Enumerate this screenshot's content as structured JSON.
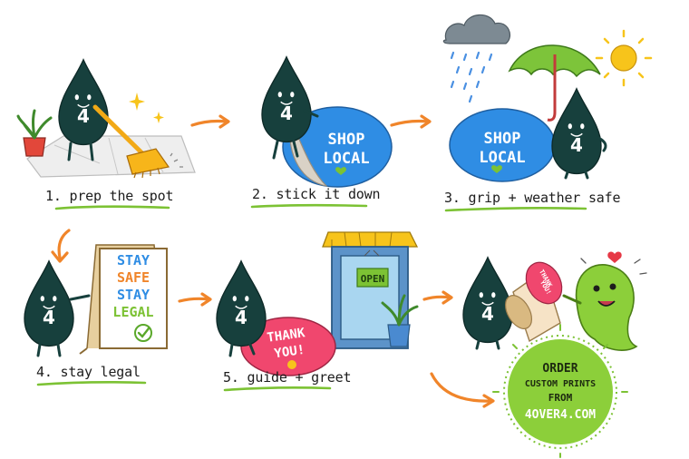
{
  "mascot_number": "4",
  "steps": [
    {
      "caption": "1. prep the spot"
    },
    {
      "caption": "2. stick it down"
    },
    {
      "caption": "3. grip + weather safe"
    },
    {
      "caption": "4. stay legal"
    },
    {
      "caption": "5. guide + greet"
    }
  ],
  "decal_shop": {
    "line1": "SHOP",
    "line2": "LOCAL"
  },
  "sign_board": {
    "line1": "STAY",
    "line2": "SAFE",
    "line3": "STAY",
    "line4": "LEGAL"
  },
  "thank_you_decal": {
    "line1": "THANK",
    "line2": "YOU!"
  },
  "open_sign": "OPEN",
  "roll_label": {
    "line1": "THANK",
    "line2": "YOU!"
  },
  "cta": {
    "line1": "ORDER",
    "line2": "CUSTOM PRINTS",
    "line3": "FROM",
    "line4": "4OVER4.COM"
  },
  "colors": {
    "drop": "#17403d",
    "accent_green": "#7cc234",
    "arrow_orange": "#f0852a",
    "decal_blue": "#2f8de4",
    "decal_pink": "#f0476e",
    "umbrella": "#7dc43a",
    "sun": "#f7c41b"
  }
}
